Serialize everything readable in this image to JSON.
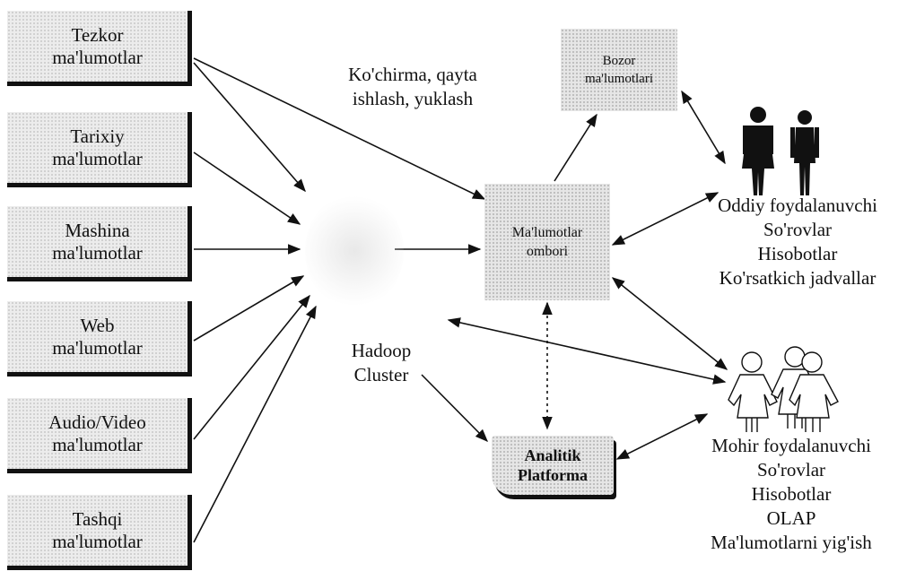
{
  "sources": [
    {
      "line1": "Tezkor",
      "line2": "ma'lumotlar"
    },
    {
      "line1": "Tarixiy",
      "line2": "ma'lumotlar"
    },
    {
      "line1": "Mashina",
      "line2": "ma'lumotlar"
    },
    {
      "line1": "Web",
      "line2": "ma'lumotlar"
    },
    {
      "line1": "Audio/Video",
      "line2": "ma'lumotlar"
    },
    {
      "line1": "Tashqi",
      "line2": "ma'lumotlar"
    }
  ],
  "etl": {
    "line1": "Ko'chirma, qayta",
    "line2": "ishlash, yuklash"
  },
  "hadoop": {
    "line1": "Hadoop",
    "line2": "Cluster"
  },
  "warehouse": {
    "line1": "Ma'lumotlar",
    "line2": "ombori"
  },
  "market": {
    "line1": "Bozor",
    "line2": "ma'lumotlari"
  },
  "analytic": {
    "line1": "Analitik",
    "line2": "Platforma"
  },
  "ordinary_user": {
    "lines": [
      "Oddiy foydalanuvchi",
      "So'rovlar",
      "Hisobotlar",
      "Ko'rsatkich jadvallar"
    ]
  },
  "expert_user": {
    "lines": [
      "Mohir foydalanuvchi",
      "So'rovlar",
      "Hisobotlar",
      "OLAP",
      "Ma'lumotlarni yig'ish"
    ]
  }
}
